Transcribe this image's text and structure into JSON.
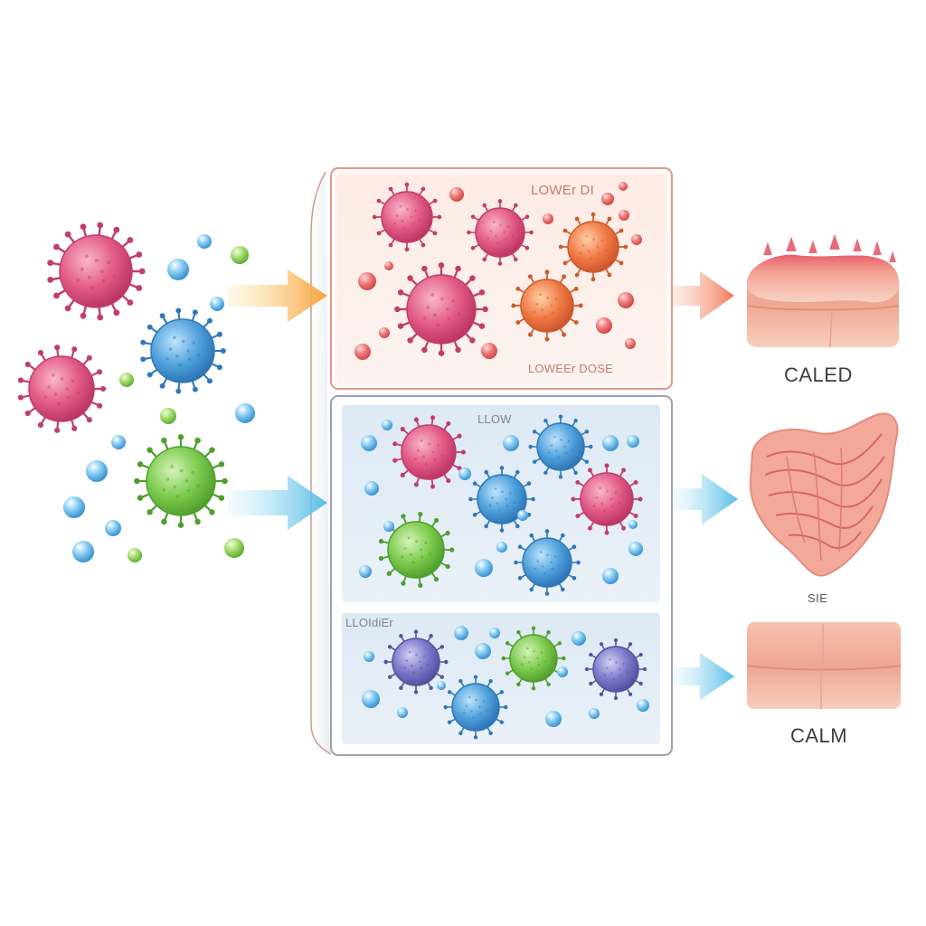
{
  "labels": {
    "panel_top_title": "LOWEr DI",
    "panel_top_bottom": "LOWEEr DOSE",
    "panel_middle_title": "LLOW",
    "panel_bottom_title": "LLOIdiEr",
    "tissue_top": "CALED",
    "tissue_middle": "SIE",
    "tissue_bottom": "CALM"
  },
  "colors": {
    "virus_pink": "#e25a86",
    "virus_blue": "#4fa1dc",
    "virus_green": "#7ccb4d",
    "virus_orange": "#f07a45",
    "virus_purple": "#7b78c9",
    "arrow_orange": "#f6a23c",
    "arrow_blue": "#6cc8ea",
    "panel_border_top": "#dd9a8a",
    "panel_border_main": "#9aa2ab",
    "tissue_pink": "#f1a697"
  }
}
